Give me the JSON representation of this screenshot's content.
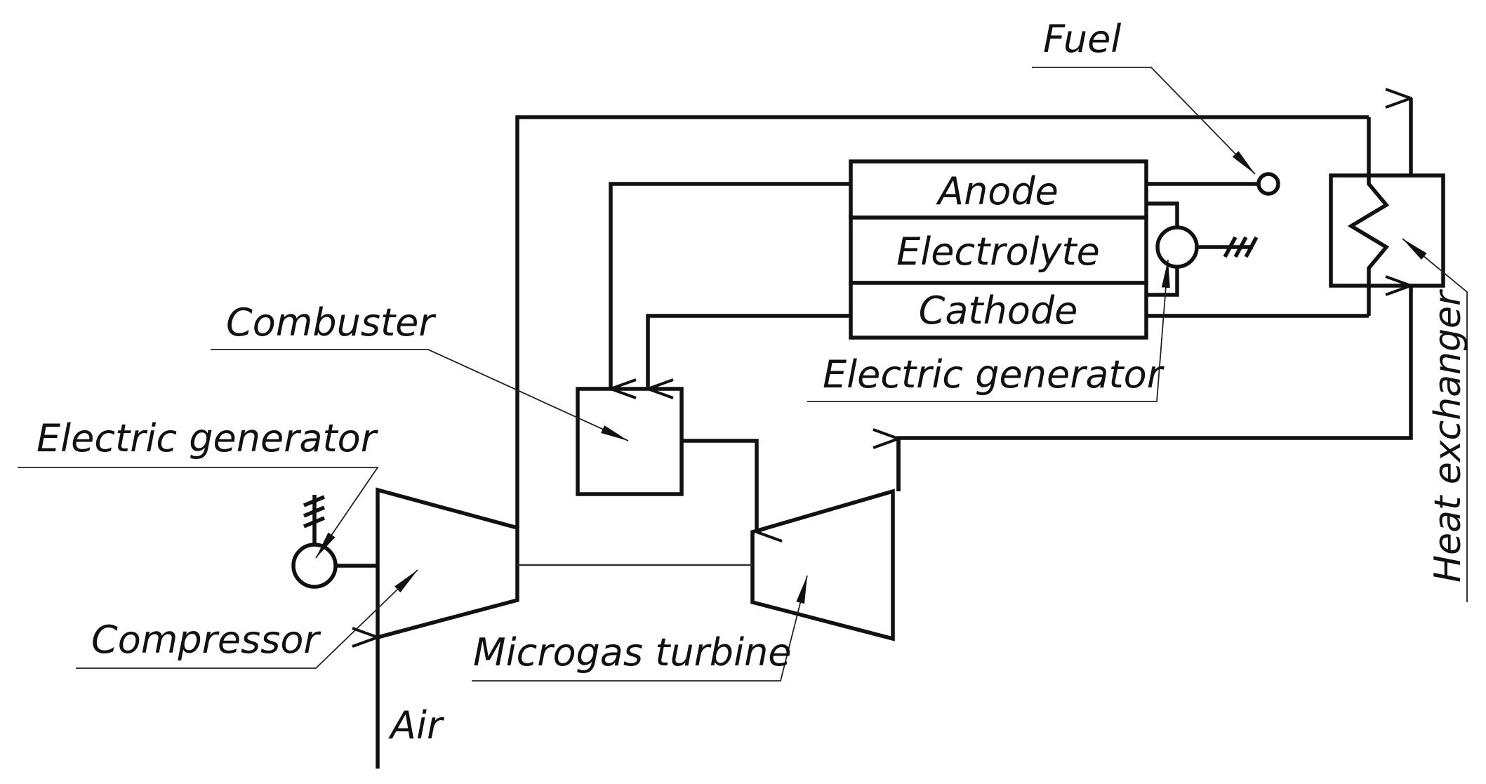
{
  "labels": {
    "fuel": "Fuel",
    "anode": "Anode",
    "electrolyte": "Electrolyte",
    "cathode": "Cathode",
    "combuster": "Combuster",
    "electric_generator_fc": "Electric generator",
    "electric_generator_gt": "Electric generator",
    "compressor": "Compressor",
    "microgas_turbine": "Microgas turbine",
    "air": "Air",
    "heat_exchanger": "Heat exchanger"
  },
  "colors": {
    "line": "#111111",
    "background": "#ffffff"
  }
}
